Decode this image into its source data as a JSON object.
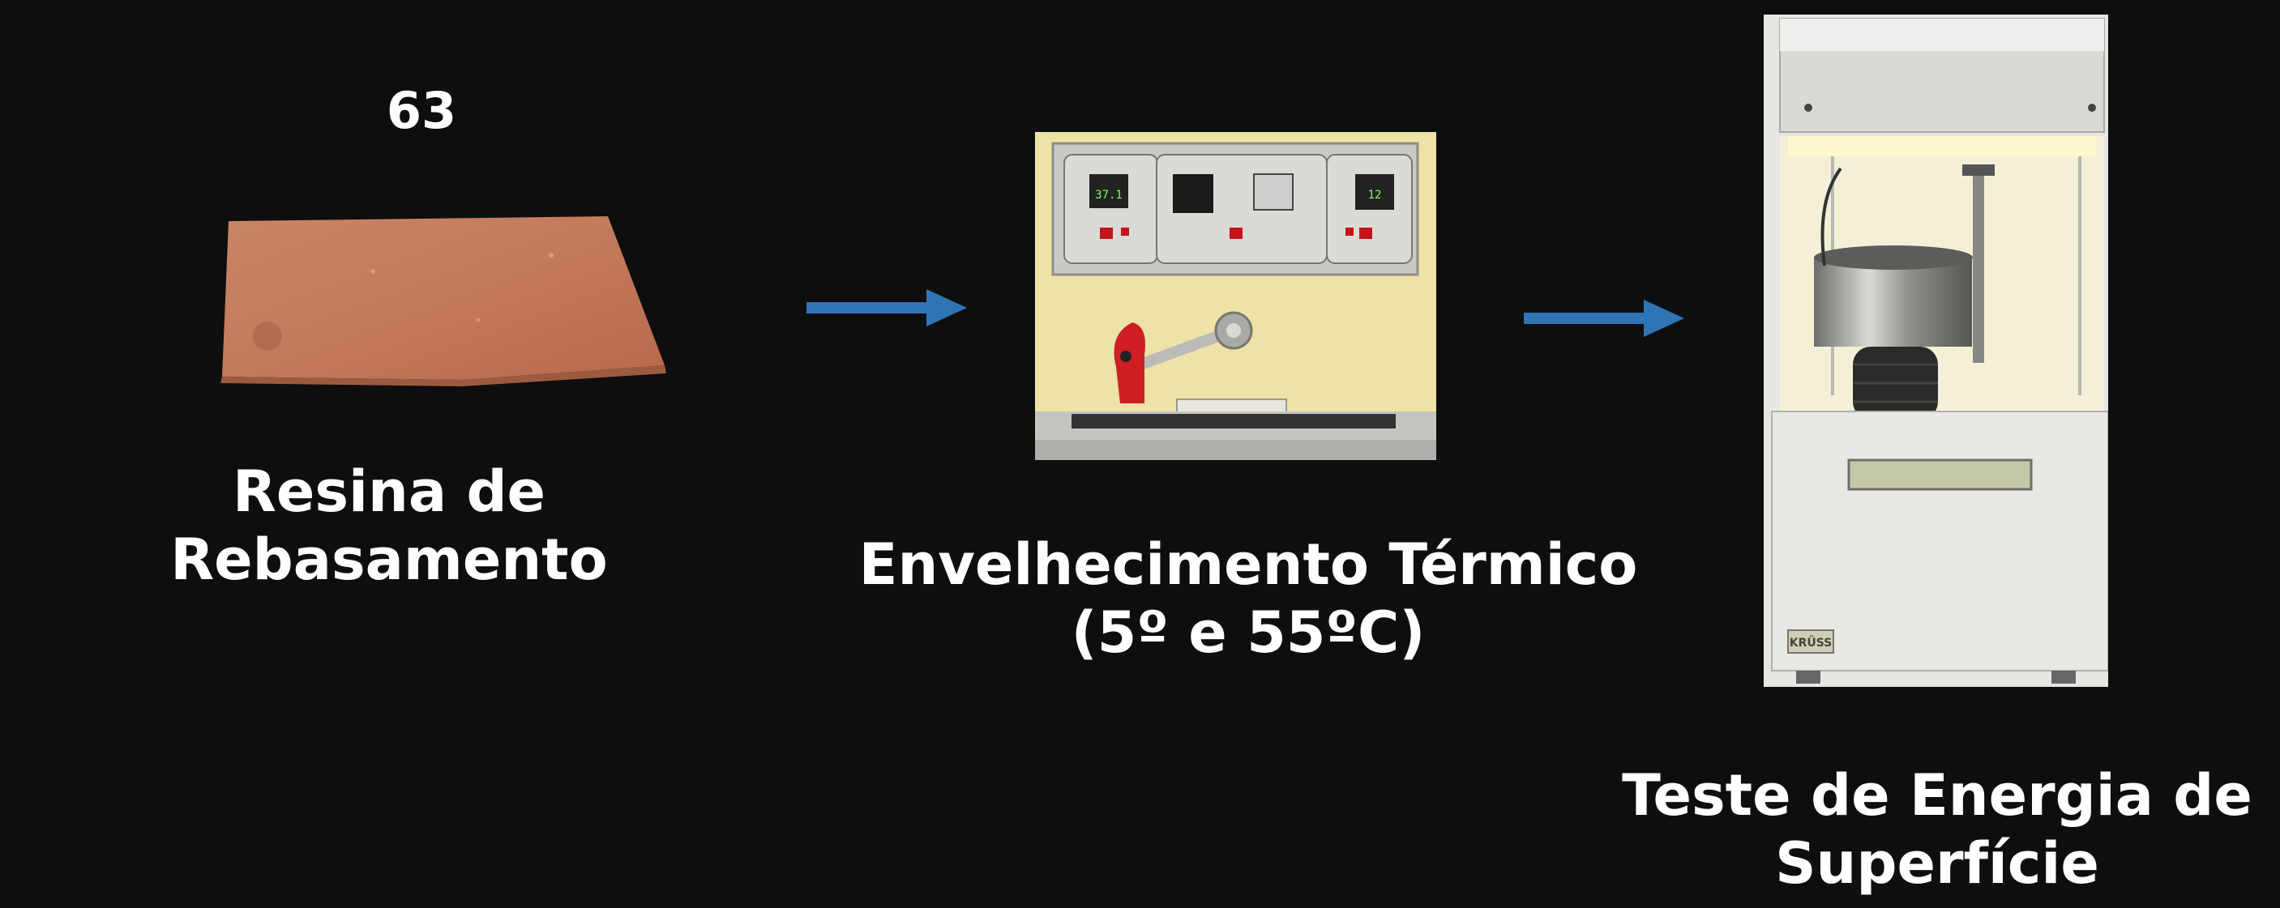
{
  "specimen": {
    "number": "63"
  },
  "steps": [
    {
      "title": "Resina de Rebasamento"
    },
    {
      "title": "Envelhecimento Térmico",
      "subtitle": "(5º e 55ºC)"
    },
    {
      "title_line1": "Teste de Energia de",
      "title_line2": "Superfície"
    }
  ],
  "equipment": {
    "thermocycler_panel_readouts": [
      "37.1",
      "",
      "",
      "12"
    ],
    "tensiometer_brand": "KRÜSS"
  },
  "colors": {
    "background": "#0e0e0f",
    "arrow": "#2e75b6",
    "text": "#ffffff",
    "resin": "#c87e5f"
  }
}
